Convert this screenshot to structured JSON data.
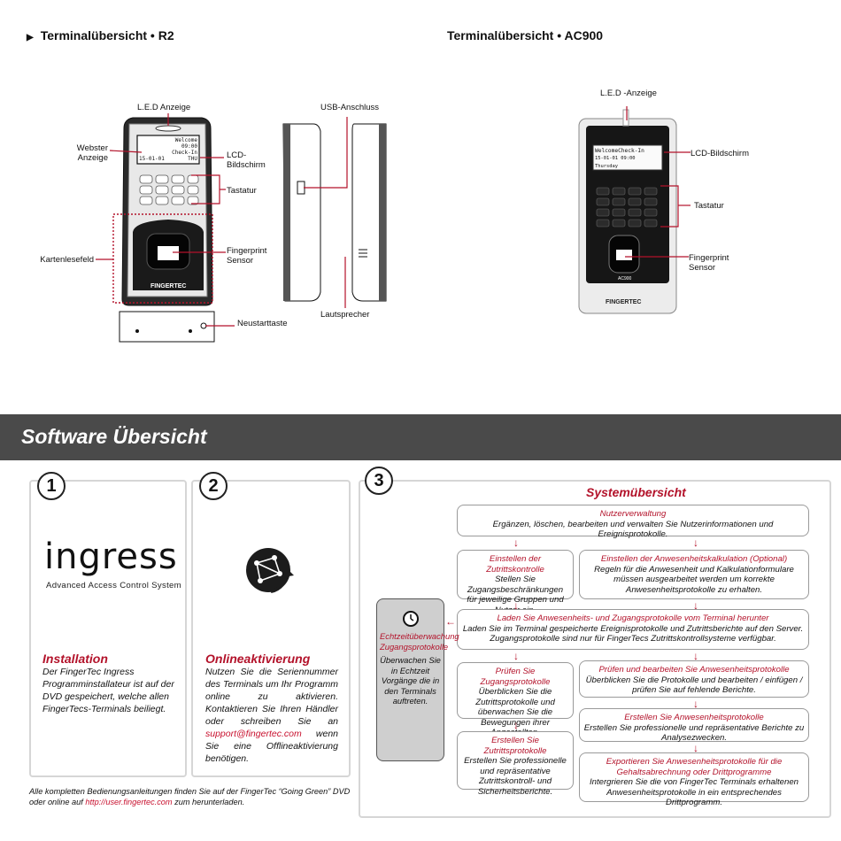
{
  "r2": {
    "heading": "Terminalübersicht • R2",
    "labels": {
      "led": "L.E.D Anzeige",
      "webster": "Webster\nAnzeige",
      "lcd": "LCD-\nBildschirm",
      "keypad": "Tastatur",
      "card_reader": "Kartenlesefeld",
      "fingerprint": "Fingerprint\nSensor",
      "reset": "Neustarttaste",
      "usb": "USB-Anschluss",
      "speaker": "Lautsprecher"
    },
    "screen": {
      "line1": "Welcome",
      "line2": "09:00",
      "line3": "Check-In",
      "date": "15-01-01",
      "day": "THU"
    },
    "brand": "FINGERTEC"
  },
  "ac900": {
    "heading": "Terminalübersicht • AC900",
    "labels": {
      "led": "L.E.D -Anzeige",
      "lcd": "LCD-Bildschirm",
      "keypad": "Tastatur",
      "fingerprint": "Fingerprint\nSensor"
    },
    "screen": {
      "line1": "WelcomeCheck-In",
      "line2": "15-01-01 09:00 Thursday"
    },
    "model": "AC900",
    "brand": "FINGERTEC"
  },
  "software": {
    "title": "Software Übersicht",
    "panel1": {
      "number": "1",
      "logo": "ingress",
      "logo_sub": "Advanced Access Control System",
      "title": "Installation",
      "body": "Der FingerTec Ingress Programminstallateur ist auf der DVD gespeichert, welche allen FingerTecs-Terminals beiliegt."
    },
    "panel2": {
      "number": "2",
      "title": "Onlineaktivierung",
      "body_before": "Nutzen Sie die Seriennummer des Terminals um Ihr Programm online zu aktivieren. Kontaktieren Sie Ihren Händler oder schreiben Sie an",
      "email": "support@fingertec.com",
      "body_after": "wenn Sie eine Offlineaktivierung benötigen."
    },
    "panel3": {
      "number": "3",
      "title": "Systemübersicht",
      "boxes": {
        "users": {
          "title": "Nutzerverwaltung",
          "body": "Ergänzen, löschen, bearbeiten und verwalten Sie Nutzerinformationen und Ereignisprotokolle."
        },
        "access_ctrl": {
          "title": "Einstellen der Zutrittskontrolle",
          "body": "Stellen Sie Zugangsbeschränkungen für jeweilige Gruppen und Nutzer ein."
        },
        "attendance_calc": {
          "title": "Einstellen der Anwesenheitskalkulation (Optional)",
          "body": "Regeln für die Anwesenheit und Kalkulationformulare müssen ausgearbeitet werden um korrekte Anwesenheitsprotokolle zu erhalten."
        },
        "download": {
          "title": "Laden Sie Anwesenheits- und Zugangsprotokolle vom Terminal herunter",
          "body": "Laden Sie im Terminal gespeicherte Ereignisprotokolle und Zutrittsberichte auf den Server. Zugangsprotokolle sind nur für FingerTecs Zutrittskontrollsysteme verfügbar."
        },
        "realtime": {
          "title": "Echtzeitüberwachung Zugangsprotokolle",
          "body": "Überwachen Sie in Echtzeit Vorgänge die in den Terminals auftreten."
        },
        "check_access": {
          "title": "Prüfen Sie Zugangsprotokolle",
          "body": "Überblicken Sie die Zutrittsprotokolle und überwachen Sie die Bewegungen ihrer Angestellten."
        },
        "check_attendance": {
          "title": "Prüfen und bearbeiten Sie Anwesenheitsprotokolle",
          "body": "Überblicken Sie die Protokolle und bearbeiten / einfügen / prüfen Sie auf fehlende Berichte."
        },
        "create_attendance": {
          "title": "Erstellen Sie Anwesenheitsprotokolle",
          "body": "Erstellen Sie professionelle und repräsentative Berichte zu Analysezwecken."
        },
        "create_access": {
          "title": "Erstellen Sie Zutrittsprotokolle",
          "body": "Erstellen Sie professionelle und repräsentative Zutrittskontroll- und Sicherheitsberichte."
        },
        "export": {
          "title": "Exportieren Sie Anwesenheitsprotokolle für die Gehaltsabrechnung oder Drittprogramme",
          "body": "Intergrieren Sie die von FingerTec Terminals erhaltenen Anwesenheitsprotokolle in ein entsprechendes Drittprogramm."
        }
      }
    },
    "footer_before": "Alle kompletten Bedienungsanleitungen finden Sie auf der FingerTec “Going Green” DVD oder online auf",
    "footer_link": "http://user.fingertec.com",
    "footer_after": "zum herunterladen."
  },
  "colors": {
    "accent": "#b3122a",
    "banner": "#4a4a4a",
    "panel_border": "#d6d6d6"
  }
}
